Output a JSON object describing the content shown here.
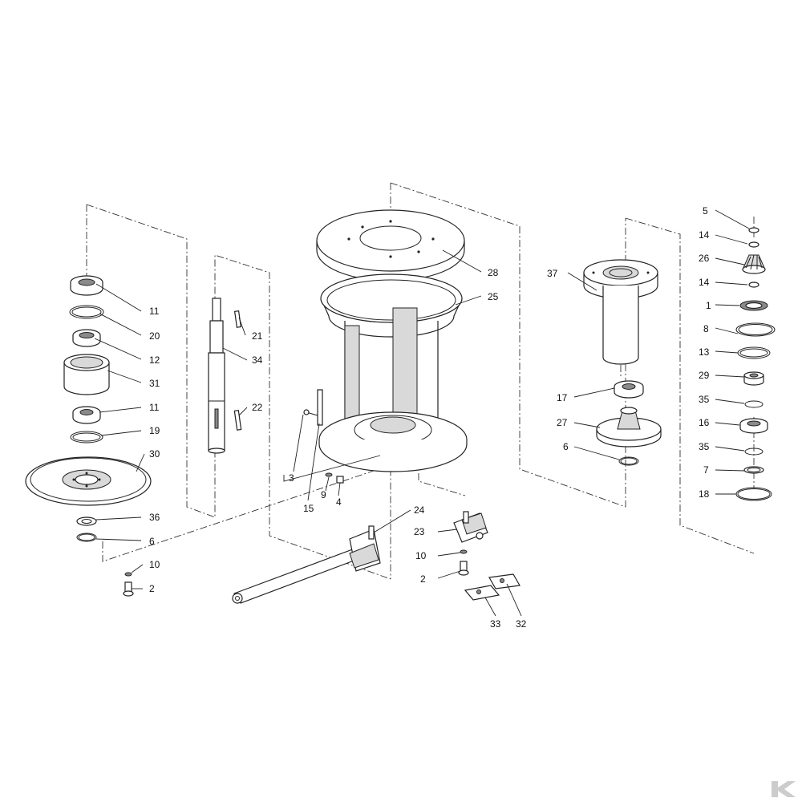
{
  "callouts": [
    {
      "n": "11"
    },
    {
      "n": "20"
    },
    {
      "n": "12"
    },
    {
      "n": "31"
    },
    {
      "n": "11"
    },
    {
      "n": "19"
    },
    {
      "n": "30"
    },
    {
      "n": "36"
    },
    {
      "n": "6"
    },
    {
      "n": "10"
    },
    {
      "n": "2"
    },
    {
      "n": "21"
    },
    {
      "n": "34"
    },
    {
      "n": "22"
    },
    {
      "n": "28"
    },
    {
      "n": "25"
    },
    {
      "n": "3"
    },
    {
      "n": "15"
    },
    {
      "n": "9"
    },
    {
      "n": "4"
    },
    {
      "n": "24"
    },
    {
      "n": "23"
    },
    {
      "n": "10"
    },
    {
      "n": "2"
    },
    {
      "n": "33"
    },
    {
      "n": "32"
    },
    {
      "n": "37"
    },
    {
      "n": "17"
    },
    {
      "n": "27"
    },
    {
      "n": "6"
    },
    {
      "n": "5"
    },
    {
      "n": "14"
    },
    {
      "n": "26"
    },
    {
      "n": "14"
    },
    {
      "n": "1"
    },
    {
      "n": "8"
    },
    {
      "n": "13"
    },
    {
      "n": "29"
    },
    {
      "n": "35"
    },
    {
      "n": "16"
    },
    {
      "n": "35"
    },
    {
      "n": "7"
    },
    {
      "n": "18"
    }
  ],
  "logo": {
    "name": "k-logo",
    "color": "#cccccc"
  }
}
